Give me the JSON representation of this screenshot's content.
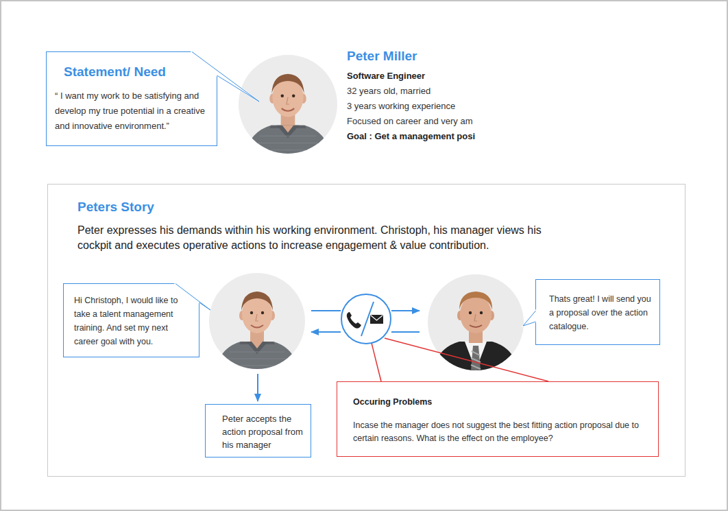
{
  "diagram": {
    "nodes": [
      {
        "text": [
          "Statement/ Need",
          "“ I want my work to be satisfying and develop my true potential in a creative and innovative environment.”"
        ]
      },
      {
        "text": [
          "Peters Story",
          "Peter expresses his demands within his working environment. Christoph, his manager views his cockpit and executes operative actions to increase engagement & value contribution."
        ]
      },
      {
        "text": [
          "Hi Christoph, I would like to take a talent management training. And set my next career goal with you."
        ],
        "in": 1
      },
      {
        "text": [
          "Thats great! I will send you a proposal over the action catalogue."
        ],
        "in": 1
      },
      {
        "text": [
          "Peter accepts the action proposal from his manager"
        ],
        "in": 1
      },
      {
        "text": [
          "Occuring Problems",
          "Incase the manager does not suggest the best fitting action proposal due to certain reasons. What is the effect on the employee?"
        ],
        "in": 1
      }
    ],
    "labels": [
      "Peter Miller",
      "Software Engineer",
      "32 years old, married",
      "3 years working experience",
      "Focused on career and very am",
      "Goal : Get a management posi"
    ]
  }
}
